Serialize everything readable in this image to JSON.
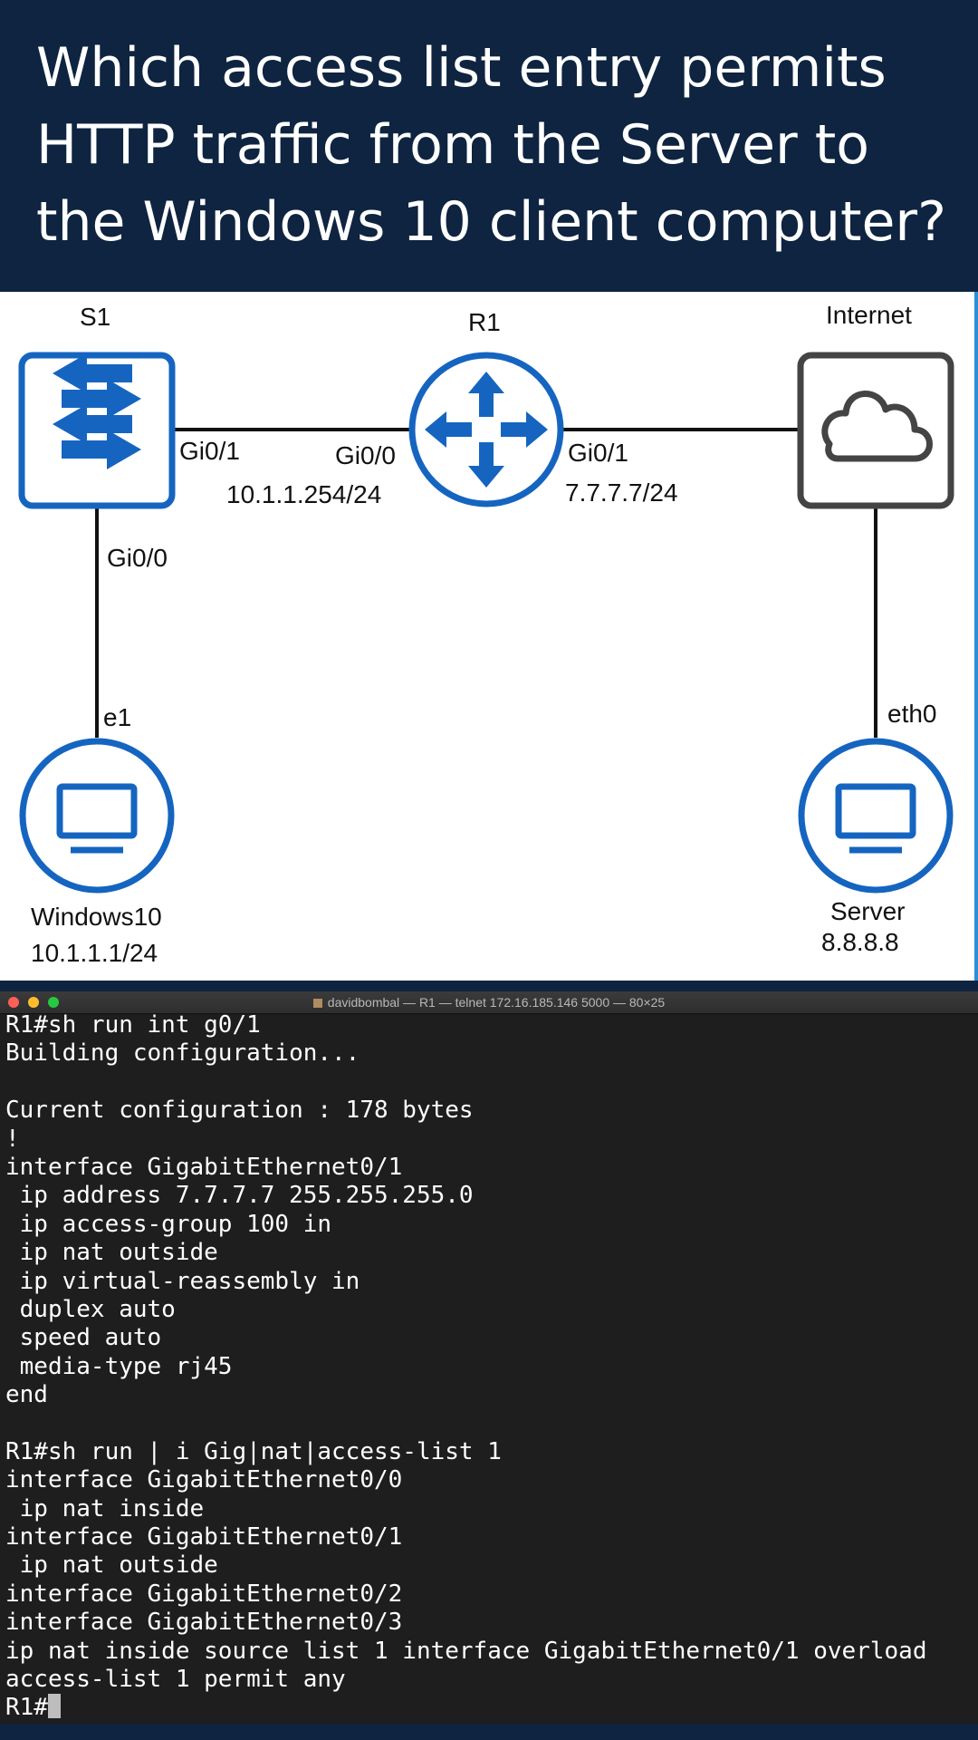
{
  "question": {
    "lines": [
      "Which access list entry permits",
      "HTTP traffic from the Server to",
      "the Windows 10 client computer?"
    ]
  },
  "diagram": {
    "s1_label": "S1",
    "r1_label": "R1",
    "internet_label": "Internet",
    "s1_gi01": "Gi0/1",
    "s1_gi00": "Gi0/0",
    "r1_gi00": "Gi0/0",
    "r1_gi00_ip": "10.1.1.254/24",
    "r1_gi01": "Gi0/1",
    "r1_gi01_ip": "7.7.7.7/24",
    "win_iface": "e1",
    "win_name": "Windows10",
    "win_ip": "10.1.1.1/24",
    "server_iface": "eth0",
    "server_name": "Server",
    "server_ip": "8.8.8.8",
    "icon_color": "#1565c0",
    "cloud_color": "#444444"
  },
  "terminal": {
    "title": "davidbombal — R1 — telnet 172.16.185.146 5000 — 80×25",
    "lines": [
      "R1#sh run int g0/1",
      "Building configuration...",
      "",
      "Current configuration : 178 bytes",
      "!",
      "interface GigabitEthernet0/1",
      " ip address 7.7.7.7 255.255.255.0",
      " ip access-group 100 in",
      " ip nat outside",
      " ip virtual-reassembly in",
      " duplex auto",
      " speed auto",
      " media-type rj45",
      "end",
      "",
      "R1#sh run | i Gig|nat|access-list 1",
      "interface GigabitEthernet0/0",
      " ip nat inside",
      "interface GigabitEthernet0/1",
      " ip nat outside",
      "interface GigabitEthernet0/2",
      "interface GigabitEthernet0/3",
      "ip nat inside source list 1 interface GigabitEthernet0/1 overload",
      "access-list 1 permit any"
    ],
    "prompt": "R1#"
  }
}
